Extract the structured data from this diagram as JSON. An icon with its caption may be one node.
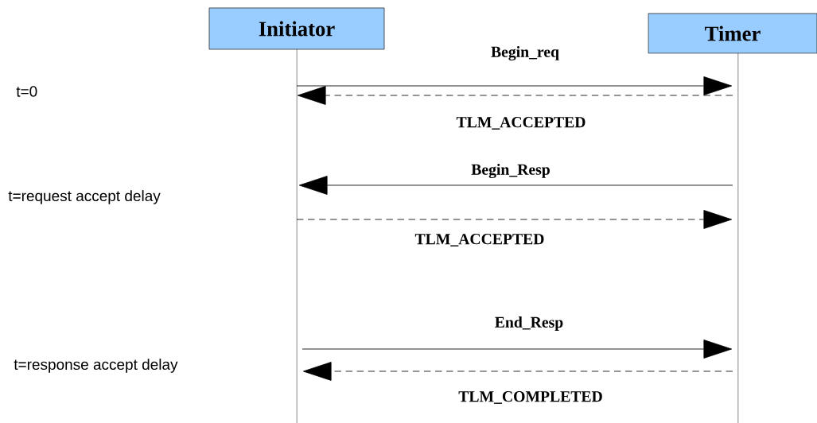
{
  "diagram": {
    "nodes": [
      {
        "text": [
          "Initiator"
        ]
      },
      {
        "text": [
          "Timer"
        ]
      }
    ],
    "edges": [
      {
        "from": 0,
        "to": 1,
        "arrow": "to",
        "label": "Begin_req"
      },
      {
        "from": 1,
        "to": 0,
        "arrow": "to",
        "label": "TLM_ACCEPTED",
        "style": "dashed"
      },
      {
        "from": 1,
        "to": 0,
        "arrow": "to",
        "label": "Begin_Resp"
      },
      {
        "from": 0,
        "to": 1,
        "arrow": "to",
        "label": "TLM_ACCEPTED",
        "style": "dashed"
      },
      {
        "from": 0,
        "to": 1,
        "arrow": "to",
        "label": "End_Resp"
      },
      {
        "from": 1,
        "to": 0,
        "arrow": "to",
        "label": "TLM_COMPLETED",
        "style": "dashed"
      }
    ],
    "labels": [
      "t=0",
      "t=request accept delay",
      "t=response accept delay"
    ]
  }
}
